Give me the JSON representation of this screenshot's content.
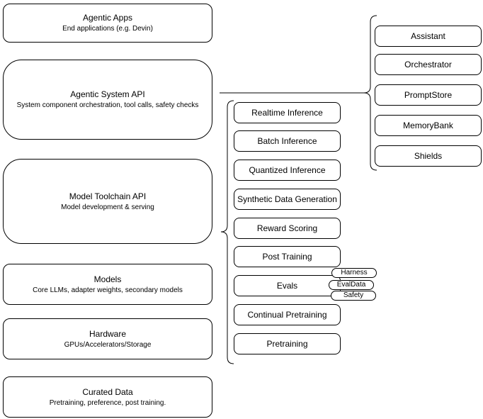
{
  "stack": [
    {
      "title": "Agentic Apps",
      "subtitle": "End applications (e.g. Devin)"
    },
    {
      "title": "Agentic System API",
      "subtitle": "System component orchestration, tool calls, safety checks"
    },
    {
      "title": "Model Toolchain API",
      "subtitle": "Model development & serving"
    },
    {
      "title": "Models",
      "subtitle": "Core LLMs, adapter weights, secondary models"
    },
    {
      "title": "Hardware",
      "subtitle": "GPUs/Accelerators/Storage"
    },
    {
      "title": "Curated Data",
      "subtitle": "Pretraining, preference, post training."
    }
  ],
  "toolchain_items": [
    "Realtime Inference",
    "Batch Inference",
    "Quantized Inference",
    "Synthetic Data Generation",
    "Reward Scoring",
    "Post Training",
    "Evals",
    "Continual Pretraining",
    "Pretraining"
  ],
  "eval_tags": [
    "Harness",
    "EvalData",
    "Safety"
  ],
  "system_components": [
    "Assistant",
    "Orchestrator",
    "PromptStore",
    "MemoryBank",
    "Shields"
  ],
  "colors": {
    "stroke": "#000000",
    "fill": "#ffffff",
    "text": "#000000",
    "background": "#ffffff"
  }
}
